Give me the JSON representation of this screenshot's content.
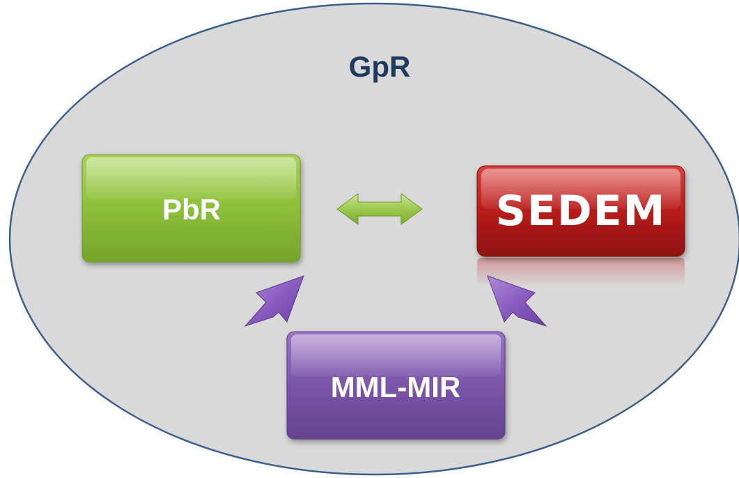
{
  "diagram": {
    "container_label": "GpR",
    "nodes": {
      "pbr": {
        "label": "PbR",
        "color": "#8cbf3a"
      },
      "sedem": {
        "label": "SEDEM",
        "color": "#c0201e"
      },
      "mml_mir": {
        "label": "MML-MIR",
        "color": "#7b55a8"
      }
    },
    "edges": [
      {
        "from": "PbR",
        "to": "SEDEM",
        "direction": "bidirectional",
        "color": "#9bc94d"
      },
      {
        "from": "MML-MIR",
        "to": "PbR",
        "direction": "forward",
        "color": "#8a5cc0"
      },
      {
        "from": "MML-MIR",
        "to": "SEDEM",
        "direction": "forward",
        "color": "#8a5cc0"
      }
    ],
    "colors": {
      "ellipse_fill": "#d9d9d9",
      "ellipse_stroke": "#3d5f8c",
      "title_text": "#1f3a5f"
    }
  }
}
